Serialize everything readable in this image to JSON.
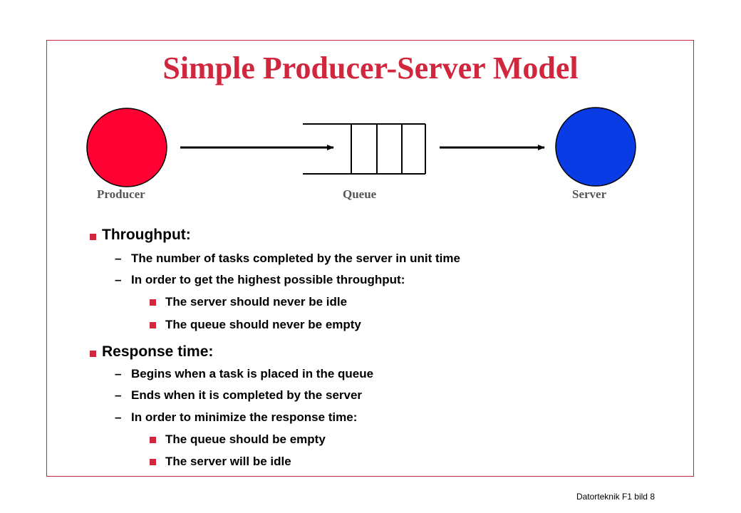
{
  "slide": {
    "title": "Simple Producer-Server Model",
    "footer": "Datorteknik F1 bild 8"
  },
  "colors": {
    "accent": "#c8263c",
    "title": "#d0263e",
    "producer_fill": "#ff0033",
    "server_fill": "#0a3ce6",
    "bullet": "#d0263e",
    "text": "#000000",
    "diagram_label": "#555555"
  },
  "diagram": {
    "labels": {
      "producer": "Producer",
      "queue": "Queue",
      "server": "Server"
    },
    "queue_slots": 3
  },
  "content": {
    "throughput": {
      "heading": "Throughput:",
      "items": [
        "The number of tasks completed by the server in unit time",
        "In order to get the highest possible throughput:"
      ],
      "subitems": [
        "The server should never be idle",
        "The queue should never be empty"
      ]
    },
    "response_time": {
      "heading": "Response time:",
      "items": [
        "Begins when a task is placed in the queue",
        "Ends when it is completed by the server",
        "In order to minimize the response time:"
      ],
      "subitems": [
        "The queue should be empty",
        "The server will be idle"
      ]
    },
    "dash_glyph": "–"
  }
}
